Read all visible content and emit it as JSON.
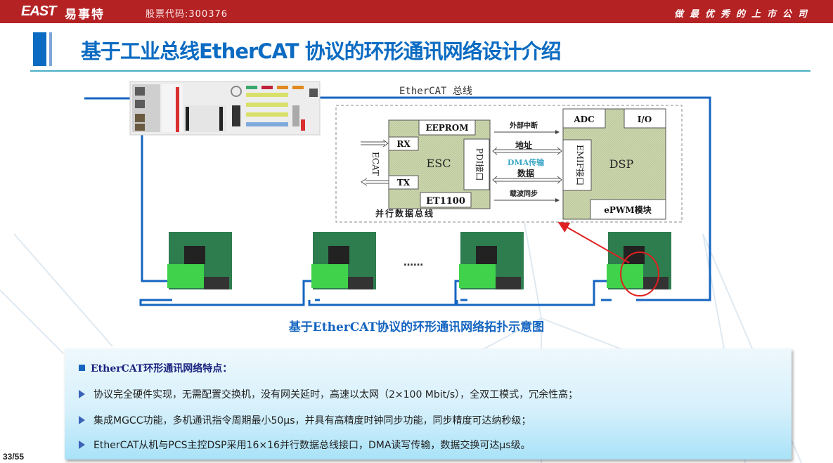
{
  "header": {
    "logo_text": "EAST",
    "logo_cn": "易事特",
    "stock_code": "股票代码:300376",
    "slogan": "做最优秀的上市公司"
  },
  "title": "基于工业总线EtherCAT 协议的环形通讯网络设计介绍",
  "diagram": {
    "bus_label": "EtherCAT  总线",
    "esc_block": {
      "name": "ESC",
      "eeprom": "EEPROM",
      "rx": "RX",
      "tx": "TX",
      "chip": "ET1100",
      "pdi": "PDI接口",
      "ecat": "ECAT"
    },
    "links": {
      "interrupt": "外部中断",
      "address": "地址",
      "dma": "DMA传输",
      "data": "数据",
      "carrier_sync": "载波同步",
      "parallel_bus": "并行数据总线"
    },
    "dsp_block": {
      "name": "DSP",
      "adc": "ADC",
      "io": "I/O",
      "emif": "EMIF接口",
      "epwm": "ePWM模块"
    },
    "ellipsis": "……",
    "colors": {
      "wire": "#1565c0",
      "highlight": "#e02020",
      "block_fill": "#c9d4a8"
    }
  },
  "caption": "基于EtherCAT协议的环形通讯网络拓扑示意图",
  "features": {
    "heading": "EtherCAT环形通讯网络特点：",
    "items": [
      "协议完全硬件实现，无需配置交换机，没有网关延时，高速以太网（2×100 Mbit/s），全双工模式，冗余性高；",
      "集成MGCC功能，多机通讯指令周期最小50μs，并具有高精度时钟同步功能，同步精度可达纳秒级；",
      "EtherCAT从机与PCS主控DSP采用16×16并行数据总线接口，DMA读写传输，数据交换可达μs级。"
    ]
  },
  "page_number": "33/55"
}
